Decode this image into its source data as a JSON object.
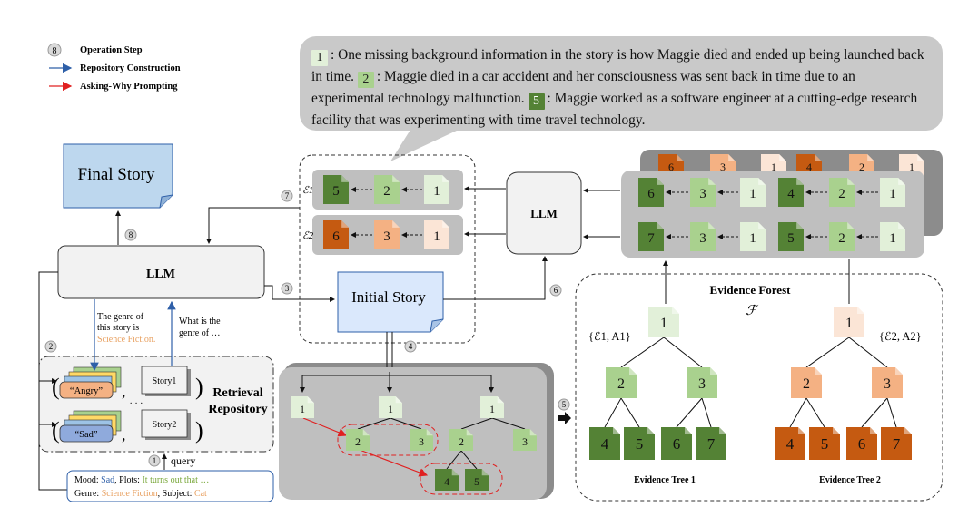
{
  "legend": {
    "step_marker": "8",
    "step_label": "Operation Step",
    "repo_label": "Repository Construction",
    "asking_label": "Asking-Why Prompting",
    "repo_color": "#2e5fa8",
    "asking_color": "#e02020"
  },
  "bubble": {
    "chip1": "1",
    "text1": ": One missing background information in the story is how Maggie died and ended up being launched back in time.",
    "chip2": "2",
    "text2": ": Maggie died in a car accident and her consciousness was sent back in time due to an experimental technology malfunction.",
    "chip3": "5",
    "text3": ": Maggie worked as a software engineer at a cutting-edge research facility that was experimenting with time travel technology."
  },
  "final_story": "Final Story",
  "llm_main": "LLM",
  "llm_right": "LLM",
  "initial_story": "Initial Story",
  "steps": {
    "s2": "2",
    "s3": "3",
    "s4": "4",
    "s5": "5",
    "s6": "6",
    "s7": "7",
    "s8": "8",
    "s1": "1"
  },
  "chains": {
    "e1_label": "ℰ1",
    "e2_label": "ℰ2",
    "e1_nodes": [
      "5",
      "2",
      "1"
    ],
    "e2_nodes": [
      "6",
      "3",
      "1"
    ]
  },
  "right_stack": {
    "row1_a": [
      "6",
      "3",
      "1"
    ],
    "row1_b": [
      "4",
      "2",
      "1"
    ],
    "row2_a": [
      "7",
      "3",
      "1"
    ],
    "row2_b": [
      "5",
      "2",
      "1"
    ],
    "back_row": [
      "6",
      "3",
      "1",
      "4",
      "2",
      "1"
    ]
  },
  "annotations": {
    "genre_answer_prefix": "The genre of this story is",
    "genre_answer_value": "Science Fiction.",
    "genre_question": "What is the genre of …"
  },
  "retrieval": {
    "title_line1": "Retrieval",
    "title_line2": "Repository",
    "item1_mood": "“Angry”",
    "item1_story": "Story1",
    "item2_mood": "“Sad”",
    "item2_story": "Story2",
    "ellipsis": "· · ·"
  },
  "query": {
    "label": "query",
    "line1_a": "Mood: ",
    "line1_b": "Sad",
    "line1_c": ", Plots: ",
    "line1_d": "It turns out that …",
    "line2_a": "Genre: ",
    "line2_b": "Science Fiction",
    "line2_c": ", Subject: ",
    "line2_d": "Cat"
  },
  "middle_tree": {
    "roots": [
      "1",
      "1",
      "1"
    ],
    "level2": [
      "2",
      "3",
      "2",
      "3"
    ],
    "level3": [
      "4",
      "5"
    ]
  },
  "evidence_forest": {
    "title": "Evidence Forest",
    "symbol": "ℱ",
    "set1_label": "{ℰ1, A1}",
    "set2_label": "{ℰ2, A2}",
    "tree1": {
      "root": "1",
      "mid": [
        "2",
        "3"
      ],
      "leaves": [
        "4",
        "5",
        "6",
        "7"
      ],
      "caption": "Evidence Tree 1"
    },
    "tree2": {
      "root": "1",
      "mid": [
        "2",
        "3"
      ],
      "leaves": [
        "4",
        "5",
        "6",
        "7"
      ],
      "caption": "Evidence Tree 2"
    }
  },
  "colors": {
    "green_light": "#e2f0d9",
    "green_mid": "#a9d18e",
    "green_dark": "#548235",
    "orange_light": "#fbe5d6",
    "orange_mid": "#f4b183",
    "orange_dark": "#c55a11",
    "story_blue": "#dae8fc",
    "gray_panel": "#bfbfbf"
  }
}
